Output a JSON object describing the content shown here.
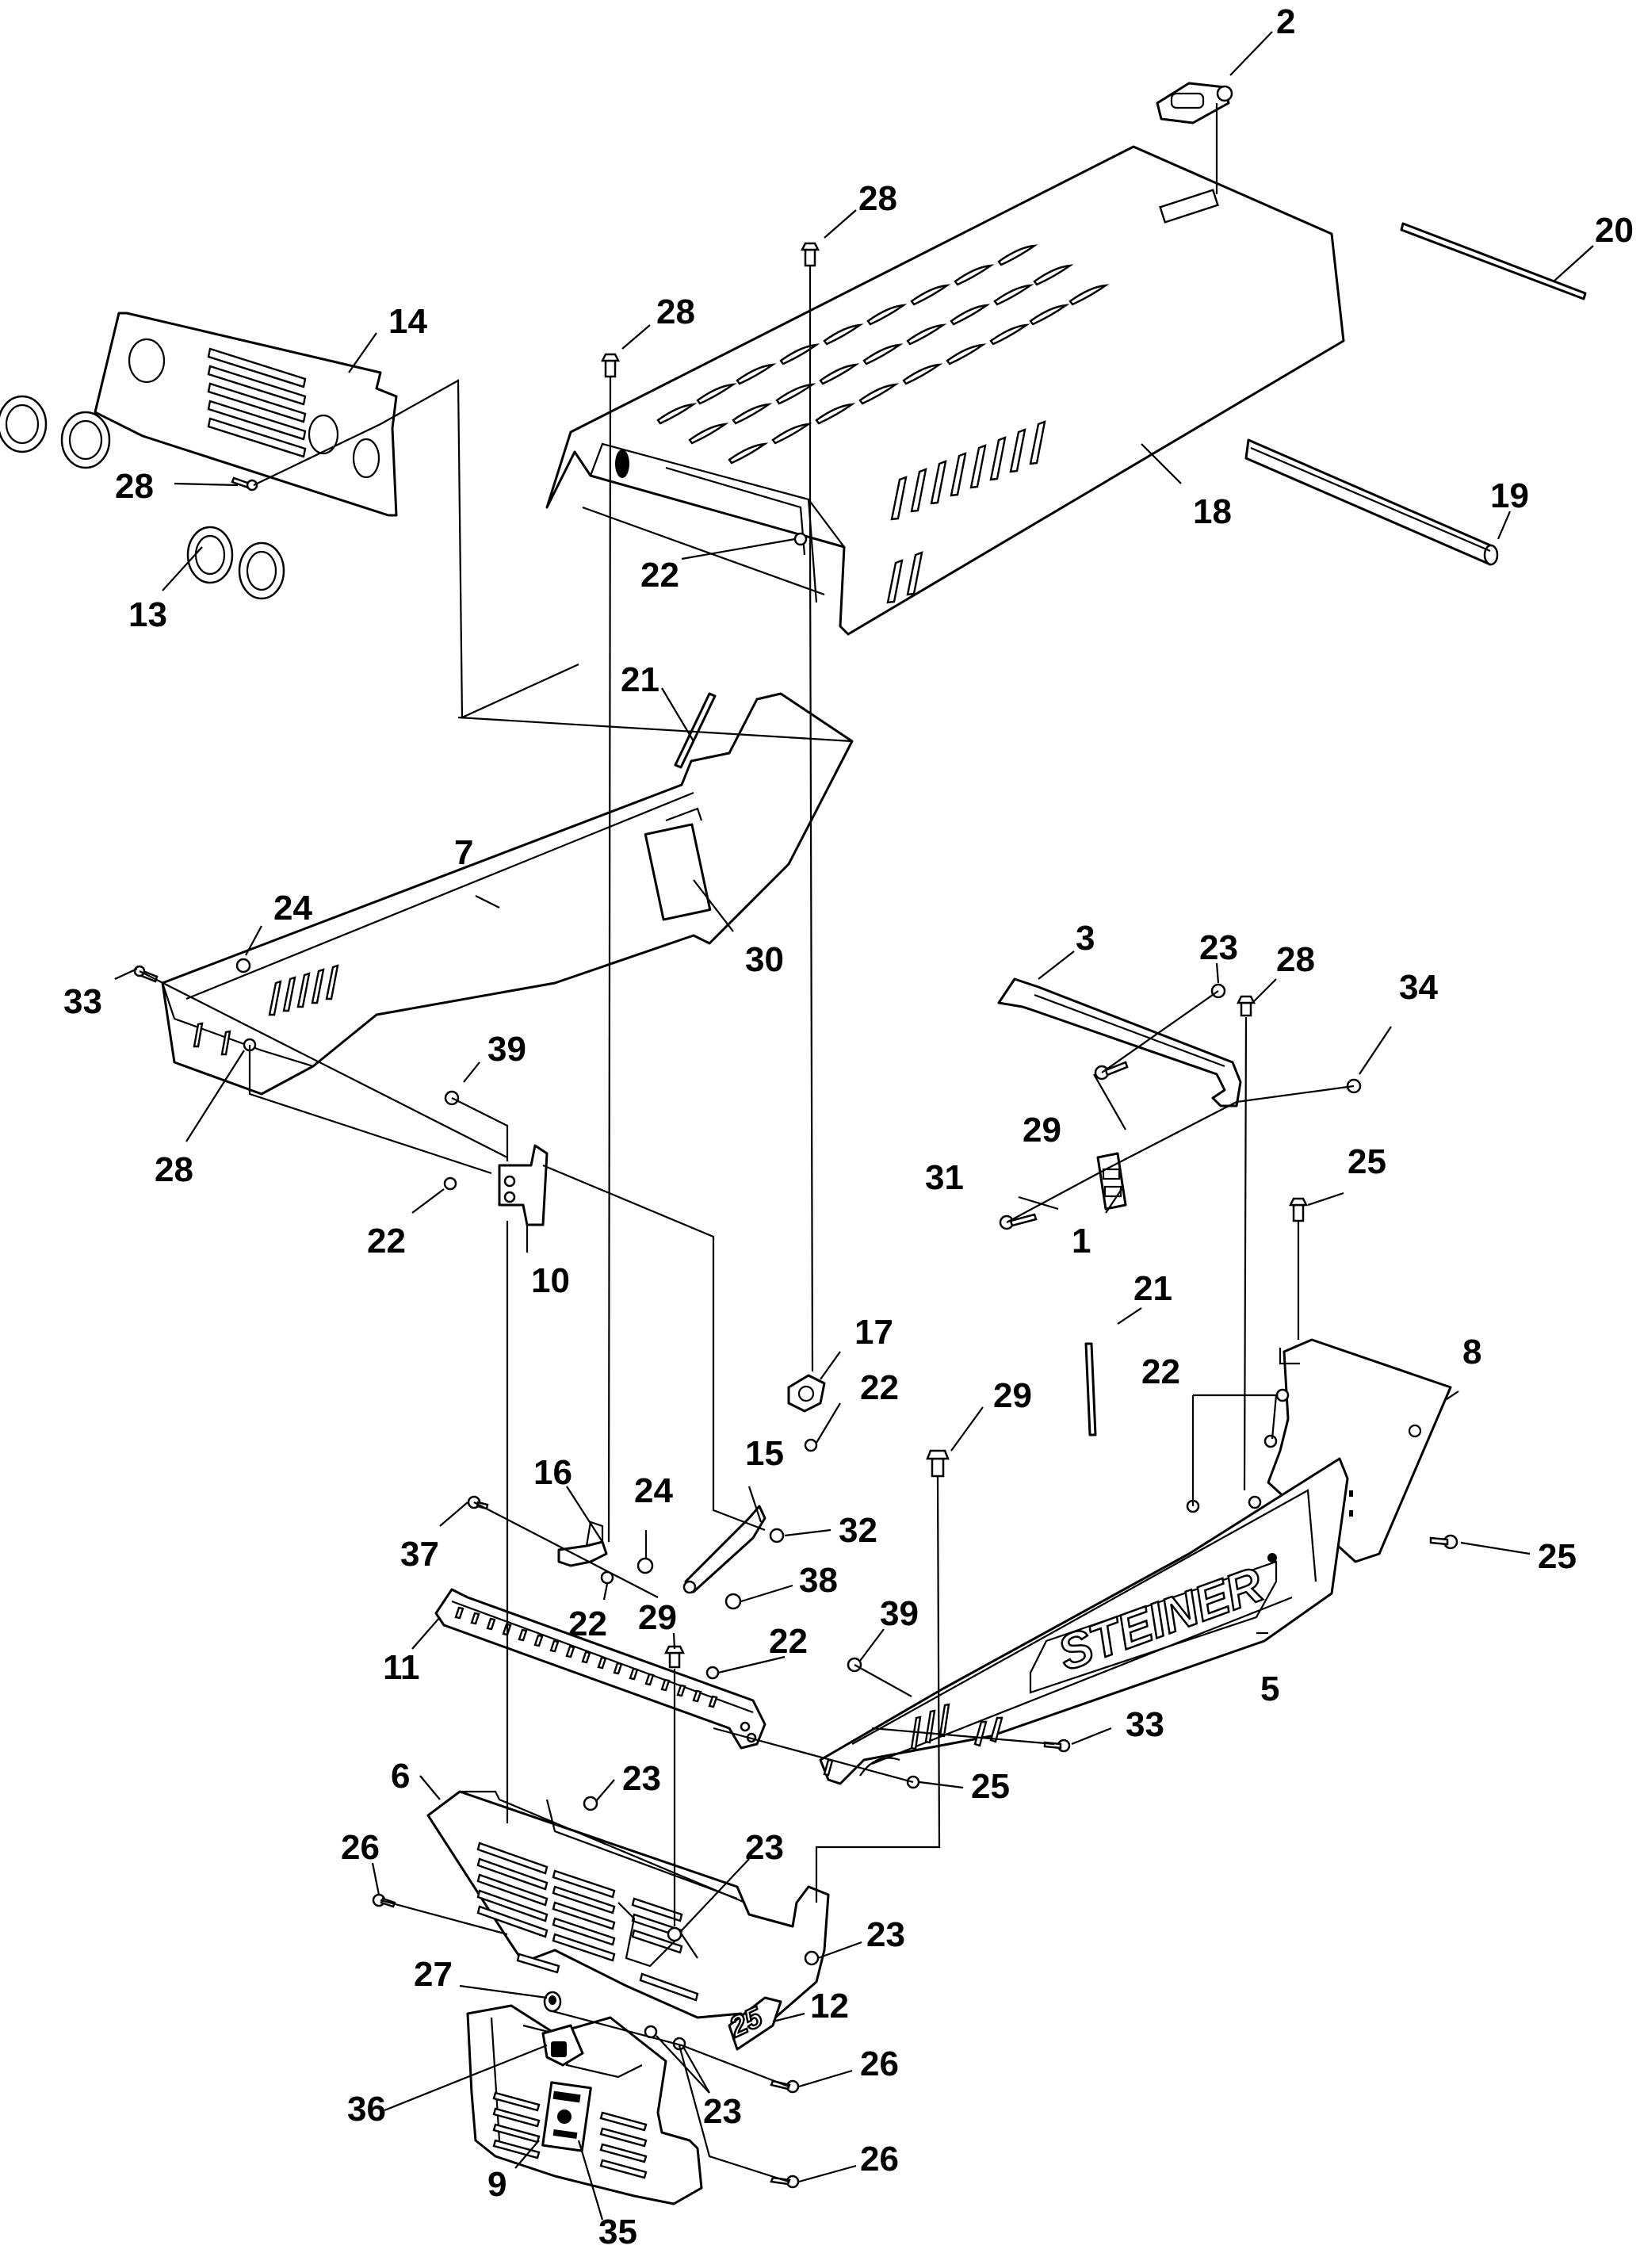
{
  "diagram": {
    "brand_text": "STEINER",
    "model_decal_text": "25",
    "callouts": [
      {
        "id": "c-2",
        "label": "2"
      },
      {
        "id": "c-28a",
        "label": "28"
      },
      {
        "id": "c-20",
        "label": "20"
      },
      {
        "id": "c-14",
        "label": "14"
      },
      {
        "id": "c-28b",
        "label": "28"
      },
      {
        "id": "c-28c",
        "label": "28"
      },
      {
        "id": "c-18",
        "label": "18"
      },
      {
        "id": "c-19",
        "label": "19"
      },
      {
        "id": "c-22a",
        "label": "22"
      },
      {
        "id": "c-13",
        "label": "13"
      },
      {
        "id": "c-21a",
        "label": "21"
      },
      {
        "id": "c-7",
        "label": "7"
      },
      {
        "id": "c-30",
        "label": "30"
      },
      {
        "id": "c-24a",
        "label": "24"
      },
      {
        "id": "c-33a",
        "label": "33"
      },
      {
        "id": "c-39a",
        "label": "39"
      },
      {
        "id": "c-28d",
        "label": "28"
      },
      {
        "id": "c-22b",
        "label": "22"
      },
      {
        "id": "c-10",
        "label": "10"
      },
      {
        "id": "c-3",
        "label": "3"
      },
      {
        "id": "c-23a",
        "label": "23"
      },
      {
        "id": "c-28e",
        "label": "28"
      },
      {
        "id": "c-34",
        "label": "34"
      },
      {
        "id": "c-29a",
        "label": "29"
      },
      {
        "id": "c-31",
        "label": "31"
      },
      {
        "id": "c-1",
        "label": "1"
      },
      {
        "id": "c-25a",
        "label": "25"
      },
      {
        "id": "c-21b",
        "label": "21"
      },
      {
        "id": "c-8",
        "label": "8"
      },
      {
        "id": "c-22c",
        "label": "22"
      },
      {
        "id": "c-17",
        "label": "17"
      },
      {
        "id": "c-22d",
        "label": "22"
      },
      {
        "id": "c-29b",
        "label": "29"
      },
      {
        "id": "c-25b",
        "label": "25"
      },
      {
        "id": "c-16",
        "label": "16"
      },
      {
        "id": "c-24b",
        "label": "24"
      },
      {
        "id": "c-15",
        "label": "15"
      },
      {
        "id": "c-32",
        "label": "32"
      },
      {
        "id": "c-37",
        "label": "37"
      },
      {
        "id": "c-38",
        "label": "38"
      },
      {
        "id": "c-22e",
        "label": "22"
      },
      {
        "id": "c-29c",
        "label": "29"
      },
      {
        "id": "c-22f",
        "label": "22"
      },
      {
        "id": "c-39b",
        "label": "39"
      },
      {
        "id": "c-11",
        "label": "11"
      },
      {
        "id": "c-5",
        "label": "5"
      },
      {
        "id": "c-33b",
        "label": "33"
      },
      {
        "id": "c-25c",
        "label": "25"
      },
      {
        "id": "c-6",
        "label": "6"
      },
      {
        "id": "c-23b",
        "label": "23"
      },
      {
        "id": "c-26a",
        "label": "26"
      },
      {
        "id": "c-23c",
        "label": "23"
      },
      {
        "id": "c-23d",
        "label": "23"
      },
      {
        "id": "c-27",
        "label": "27"
      },
      {
        "id": "c-12",
        "label": "12"
      },
      {
        "id": "c-26b",
        "label": "26"
      },
      {
        "id": "c-36",
        "label": "36"
      },
      {
        "id": "c-23e",
        "label": "23"
      },
      {
        "id": "c-9",
        "label": "9"
      },
      {
        "id": "c-26c",
        "label": "26"
      },
      {
        "id": "c-35",
        "label": "35"
      }
    ]
  }
}
